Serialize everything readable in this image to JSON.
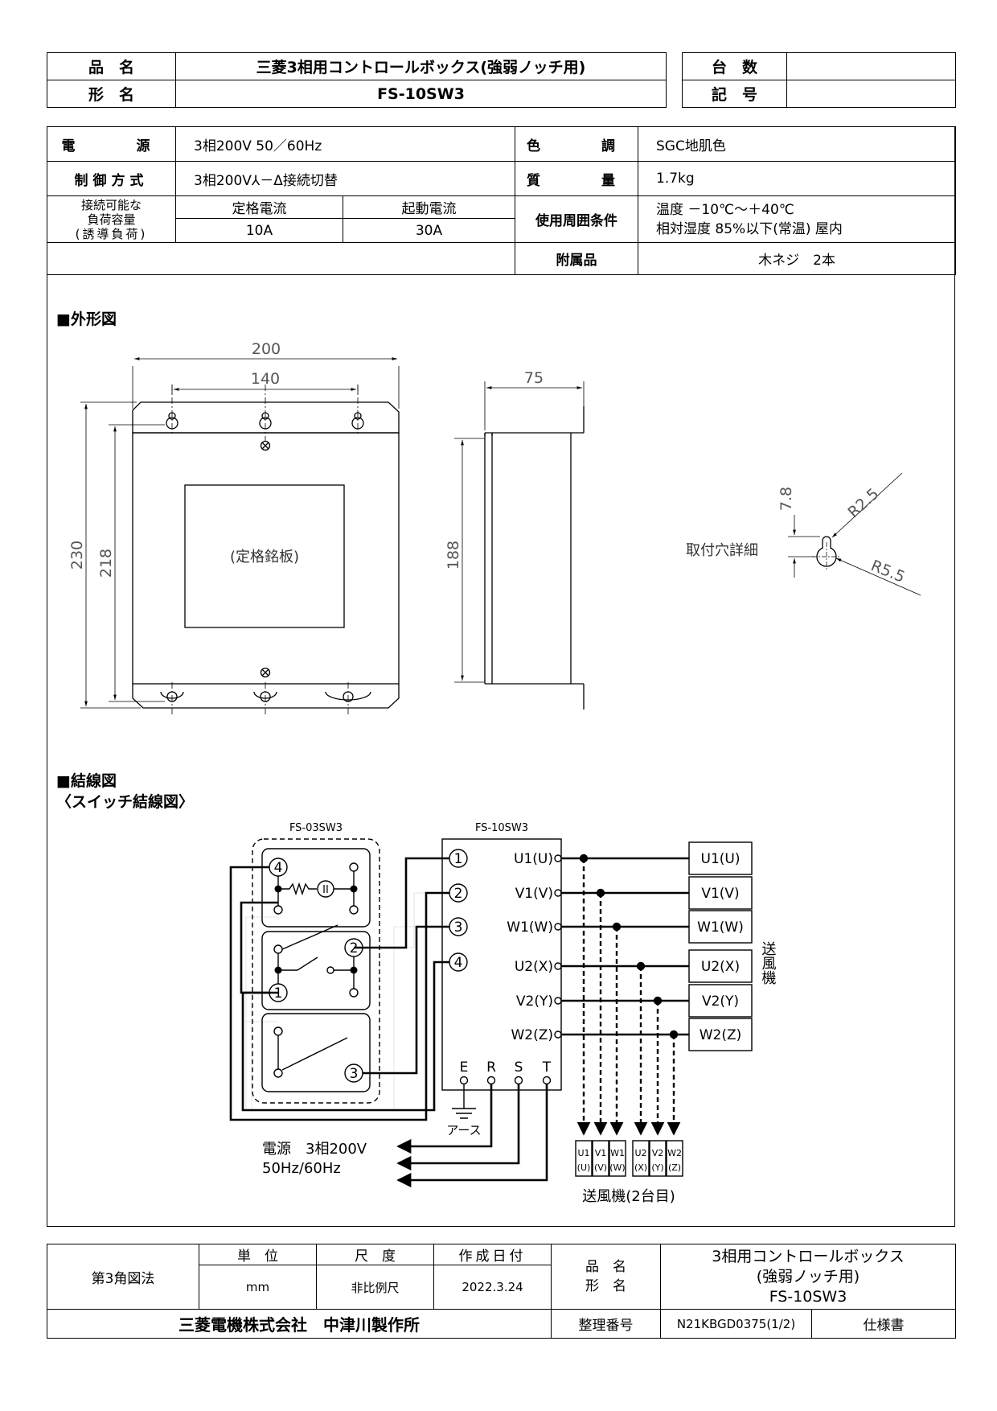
{
  "header": {
    "name_label": "品　名",
    "name_value": "三菱3相用コントロールボックス(強弱ノッチ用)",
    "model_label": "形　名",
    "model_value": "FS-10SW3",
    "qty_label": "台　数",
    "qty_value": "",
    "symbol_label": "記　号",
    "symbol_value": ""
  },
  "spec": {
    "power_label": "電　　源",
    "power_value": "3相200V 50／60Hz",
    "color_label": "色　　調",
    "color_value": "SGC地肌色",
    "control_label": "制御方式",
    "control_value": "3相200V⅄－Δ接続切替",
    "mass_label": "質　　量",
    "mass_value": "1.7kg",
    "load_label_1": "接続可能な",
    "load_label_2": "負荷容量",
    "load_label_3": "(誘導負荷)",
    "rated_label": "定格電流",
    "rated_value": "10A",
    "start_label": "起動電流",
    "start_value": "30A",
    "env_label": "使用周囲条件",
    "env_value_1": "温度 －10℃～＋40℃",
    "env_value_2": "相対湿度 85%以下(常温) 屋内",
    "acc_label": "附属品",
    "acc_value": "木ネジ　2本"
  },
  "outline": {
    "title": "■外形図",
    "dim_200": "200",
    "dim_140": "140",
    "dim_75": "75",
    "dim_230": "230",
    "dim_218": "218",
    "dim_188": "188",
    "nameplate": "(定格銘板)",
    "hole_label": "取付穴詳細",
    "dim_78": "7.8",
    "dim_r25": "R2.5",
    "dim_r55": "R5.5"
  },
  "wiring": {
    "title": "■結線図",
    "subtitle": "〈スイッチ結線図〉",
    "switch_model": "FS-03SW3",
    "box_model": "FS-10SW3",
    "circle_nums": [
      "1",
      "2",
      "3",
      "4"
    ],
    "out_terms": [
      "U1(U)",
      "V1(V)",
      "W1(W)",
      "U2(X)",
      "V2(Y)",
      "W2(Z)"
    ],
    "ground_terms": [
      "E",
      "R",
      "S",
      "T"
    ],
    "earth_label": "アース",
    "power_line1": "電源　3相200V",
    "power_line2": "50Hz/60Hz",
    "fan_label": "送風機",
    "fan2_top": [
      "U1",
      "V1",
      "W1",
      "U2",
      "V2",
      "W2"
    ],
    "fan2_bot": [
      "(U)",
      "(V)",
      "(W)",
      "(X)",
      "(Y)",
      "(Z)"
    ],
    "fan2_label": "送風機(2台目)"
  },
  "footer": {
    "projection": "第3角図法",
    "unit_label": "単　位",
    "unit_value": "mm",
    "scale_label": "尺　度",
    "scale_value": "非比例尺",
    "date_label": "作成日付",
    "date_value": "2022.3.24",
    "name_label": "品　名",
    "model_label": "形　名",
    "product_line1": "3相用コントロールボックス",
    "product_line2": "(強弱ノッチ用)",
    "product_line3": "FS-10SW3",
    "company": "三菱電機株式会社　中津川製作所",
    "doc_no_label": "整理番号",
    "doc_no": "N21KBGD0375(1/2)",
    "doc_type": "仕様書"
  }
}
